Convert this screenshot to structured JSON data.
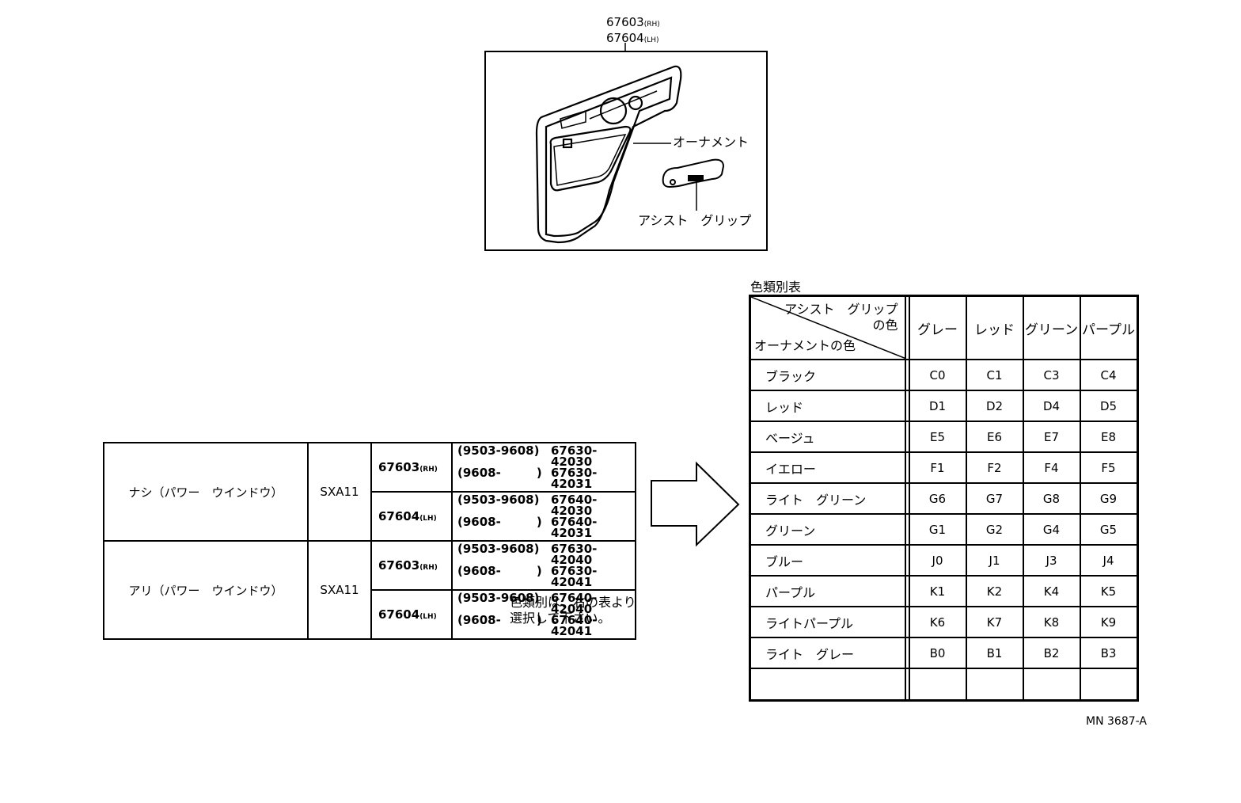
{
  "diagram": {
    "part_rh": "67603",
    "part_rh_suffix": "(RH)",
    "part_lh": "67604",
    "part_lh_suffix": "(LH)",
    "label_ornament": "オーナメント",
    "label_assist_grip": "アシスト　グリップ"
  },
  "left_table": {
    "rows": [
      {
        "condition": "ナシ（パワー　ウインドウ）",
        "model": "SXA11",
        "parts": [
          {
            "pn": "67603",
            "side": "(RH)",
            "entries": [
              {
                "range": "(9503-9608)",
                "number": "67630-42030"
              },
              {
                "range": "(9608-　　　)",
                "number": "67630-42031"
              }
            ]
          },
          {
            "pn": "67604",
            "side": "(LH)",
            "entries": [
              {
                "range": "(9503-9608)",
                "number": "67640-42030"
              },
              {
                "range": "(9608-　　　)",
                "number": "67640-42031"
              }
            ]
          }
        ]
      },
      {
        "condition": "アリ（パワー　ウインドウ）",
        "model": "SXA11",
        "parts": [
          {
            "pn": "67603",
            "side": "(RH)",
            "entries": [
              {
                "range": "(9503-9608)",
                "number": "67630-42040"
              },
              {
                "range": "(9608-　　　)",
                "number": "67630-42041"
              }
            ]
          },
          {
            "pn": "67604",
            "side": "(LH)",
            "entries": [
              {
                "range": "(9503-9608)",
                "number": "67640-42040"
              },
              {
                "range": "(9608-　　　)",
                "number": "67640-42041"
              }
            ]
          }
        ]
      }
    ]
  },
  "note": {
    "line1": "色類別は、右の表より",
    "line2": "選択して下さい。"
  },
  "color_table": {
    "title": "色類別表",
    "header_top": "アシスト　グリップ",
    "header_top2": "の色",
    "header_bottom": "オーナメントの色",
    "columns": [
      "グレー",
      "レッド",
      "グリーン",
      "パープル"
    ],
    "rows": [
      {
        "name": "ブラック",
        "codes": [
          "C0",
          "C1",
          "C3",
          "C4"
        ]
      },
      {
        "name": "レッド",
        "codes": [
          "D1",
          "D2",
          "D4",
          "D5"
        ]
      },
      {
        "name": "ベージュ",
        "codes": [
          "E5",
          "E6",
          "E7",
          "E8"
        ]
      },
      {
        "name": "イエロー",
        "codes": [
          "F1",
          "F2",
          "F4",
          "F5"
        ]
      },
      {
        "name": "ライト　グリーン",
        "codes": [
          "G6",
          "G7",
          "G8",
          "G9"
        ]
      },
      {
        "name": "グリーン",
        "codes": [
          "G1",
          "G2",
          "G4",
          "G5"
        ]
      },
      {
        "name": "ブルー",
        "codes": [
          "J0",
          "J1",
          "J3",
          "J4"
        ]
      },
      {
        "name": "パープル",
        "codes": [
          "K1",
          "K2",
          "K4",
          "K5"
        ]
      },
      {
        "name": "ライトパープル",
        "codes": [
          "K6",
          "K7",
          "K8",
          "K9"
        ]
      },
      {
        "name": "ライト　グレー",
        "codes": [
          "B0",
          "B1",
          "B2",
          "B3"
        ]
      },
      {
        "name": "",
        "codes": [
          "",
          "",
          "",
          ""
        ]
      }
    ]
  },
  "figure_id": "MN 3687-A"
}
